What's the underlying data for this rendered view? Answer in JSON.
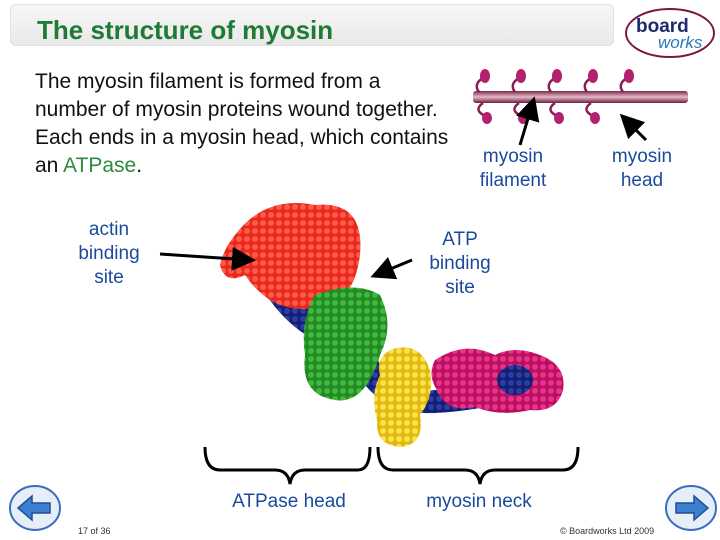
{
  "slide": {
    "title": "The structure of myosin",
    "logo": {
      "line1": "board",
      "line2": "works",
      "icon": "boardworks-logo"
    },
    "intro": {
      "text_before": "The myosin filament is formed from a number of myosin proteins wound together. Each ends in a myosin head, which contains an ",
      "highlight": "ATPase",
      "text_after": "."
    },
    "labels": {
      "actin_binding": [
        "actin",
        "binding",
        "site"
      ],
      "atp_binding": [
        "ATP",
        "binding",
        "site"
      ],
      "myosin_filament": [
        "myosin",
        "filament"
      ],
      "myosin_head": [
        "myosin",
        "head"
      ],
      "atpase_head": "ATPase head",
      "myosin_neck": "myosin neck"
    },
    "footer": {
      "page": "17 of 36",
      "copyright": "© Boardworks Ltd 2009"
    },
    "nav": {
      "prev_icon": "arrow-left-icon",
      "next_icon": "arrow-right-icon"
    },
    "colors": {
      "title": "#1f7a36",
      "labels": "#1a4a9e",
      "highlight": "#2c8b3c",
      "actin_domain": "#e8281e",
      "atp_domain": "#2a9a2a",
      "blue_chain": "#1c2a8c",
      "yellow_chain": "#f2d21a",
      "magenta_chain": "#d41a78",
      "filament_head": "#b3206e"
    }
  }
}
